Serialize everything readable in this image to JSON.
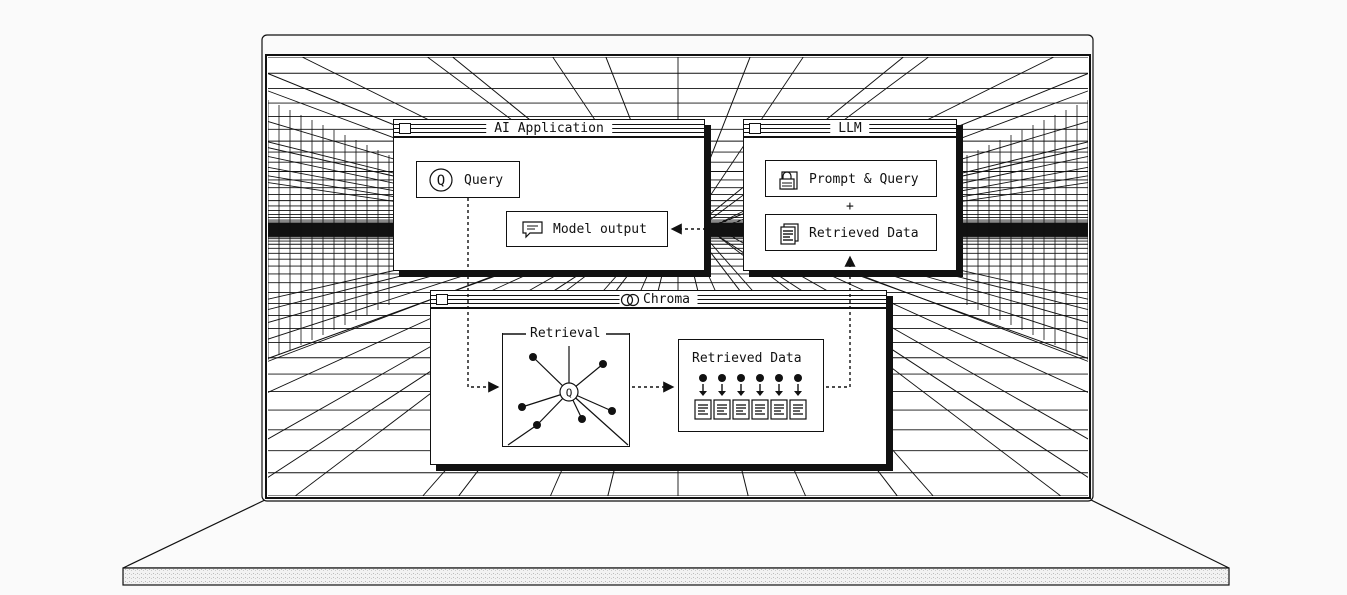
{
  "windows": {
    "ai_app": {
      "title": "AI Application"
    },
    "llm": {
      "title": "LLM"
    },
    "chroma": {
      "title": "Chroma"
    }
  },
  "nodes": {
    "query": "Query",
    "model_output": "Model output",
    "prompt_query": "Prompt & Query",
    "plus": "+",
    "retrieved_data_llm": "Retrieved Data",
    "retrieval": "Retrieval",
    "retrieved_data_chroma": "Retrieved Data",
    "query_glyph": "Q"
  },
  "icons": [
    "query-icon",
    "chat-bubble-icon",
    "lock-document-icon",
    "document-stack-icon",
    "chroma-logo-icon"
  ]
}
